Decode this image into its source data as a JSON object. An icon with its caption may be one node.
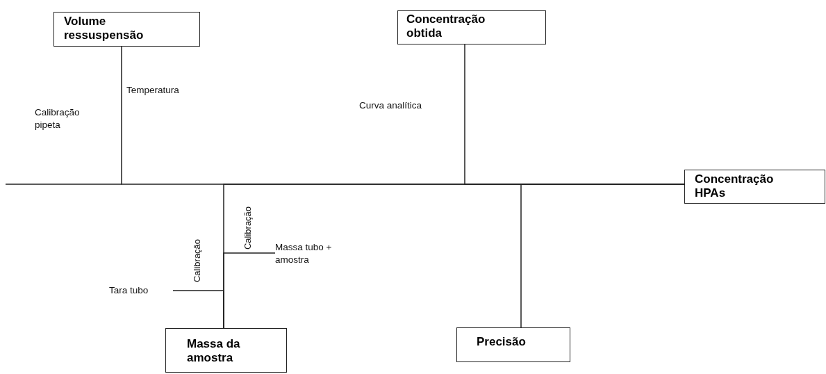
{
  "diagram": {
    "nodes": [
      {
        "text": [
          "Volume ressuspensão"
        ]
      },
      {
        "text": [
          "Concentração obtida"
        ]
      },
      {
        "text": [
          "Concentração HPAs"
        ]
      },
      {
        "text": [
          "Massa da amostra"
        ]
      },
      {
        "text": [
          "Precisão"
        ]
      },
      {
        "text": [
          "Tara tubo"
        ]
      },
      {
        "text": [
          "Massa tubo + amostra"
        ]
      }
    ],
    "edges": [
      {
        "from": 0,
        "to": 2,
        "arrow": "none"
      },
      {
        "from": 1,
        "to": 2,
        "arrow": "none"
      },
      {
        "from": 3,
        "to": 2,
        "arrow": "none"
      },
      {
        "from": 4,
        "to": 2,
        "arrow": "none"
      },
      {
        "from": 5,
        "to": 3,
        "arrow": "none",
        "label": "Calibração"
      },
      {
        "from": 6,
        "to": 3,
        "arrow": "none",
        "label": "Calibração"
      }
    ],
    "labels": [
      "Temperatura",
      "Calibração pipeta",
      "Curva analítica"
    ]
  }
}
